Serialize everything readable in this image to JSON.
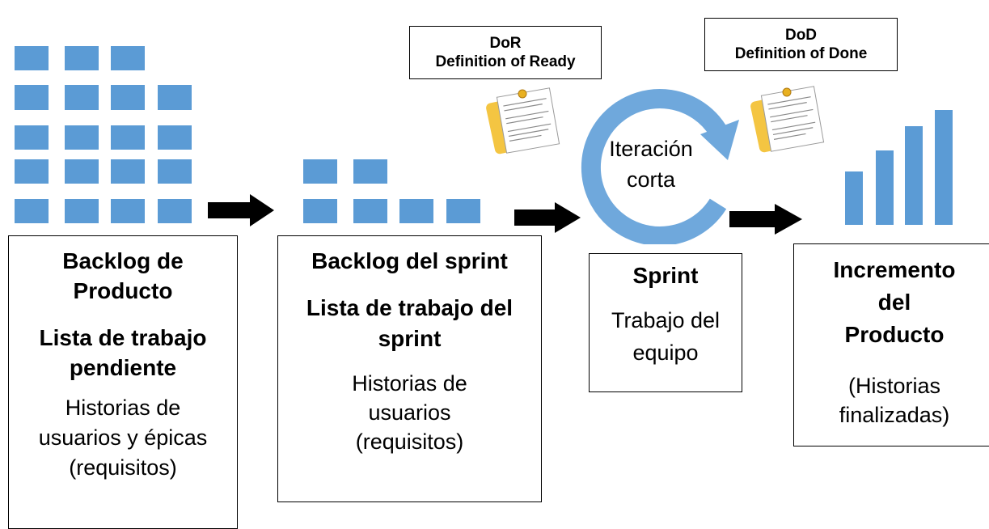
{
  "colors": {
    "tile": "#5b9bd5",
    "cycle": "#6fa8dc",
    "arrow": "#000000",
    "note": "#f4c542"
  },
  "dor": {
    "abbr": "DoR",
    "full": "Definition of Ready"
  },
  "dod": {
    "abbr": "DoD",
    "full": "Definition of Done"
  },
  "cycle_label": "Iteración\ncorta",
  "stage1": {
    "title": "Backlog de\nProducto",
    "subtitle": "Lista de trabajo\npendiente",
    "desc": "Historias de\nusuarios y épicas\n(requisitos)"
  },
  "stage2": {
    "title": "Backlog del sprint",
    "subtitle": "Lista de trabajo del\nsprint",
    "desc": "Historias de\nusuarios\n(requisitos)"
  },
  "stage3": {
    "title": "Sprint",
    "desc": "Trabajo del\nequipo"
  },
  "stage4": {
    "title": "Incremento\ndel\nProducto",
    "desc": "(Historias\nfinalizadas)"
  }
}
